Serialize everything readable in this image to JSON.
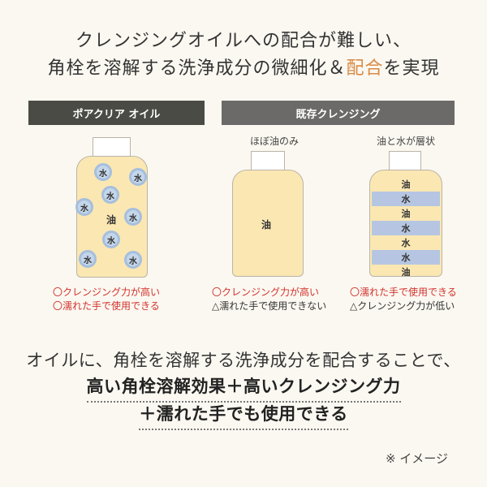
{
  "headline": {
    "line1": "クレンジングオイルへの配合が難しい、",
    "line2_prefix": "角栓を溶解する洗浄成分の微細化＆",
    "line2_accent": "配合",
    "line2_suffix": "を実現",
    "accent_color": "#d98a45"
  },
  "labels": {
    "left": "ポアクリア オイル",
    "right": "既存クレンジング"
  },
  "sublabels": {
    "mid": "ほぼ油のみ",
    "right": "油と水が層状"
  },
  "bottles": {
    "left": {
      "water_label": "水",
      "oil_label": "油",
      "bubbles": [
        "水",
        "水",
        "水",
        "水",
        "水",
        "水",
        "水",
        "水"
      ]
    },
    "mid": {
      "oil_label": "油"
    },
    "right": {
      "layers": [
        "油",
        "水",
        "油",
        "水",
        "水",
        "水",
        "油"
      ]
    }
  },
  "notes": {
    "left": [
      "〇クレンジング力が高い",
      "〇濡れた手で使用できる"
    ],
    "mid": [
      "〇クレンジング力が高い",
      "△濡れた手で使用できない"
    ],
    "right": [
      "〇濡れた手で使用できる",
      "△クレンジング力が低い"
    ]
  },
  "summary": {
    "line1": "オイルに、角栓を溶解する洗浄成分を配合することで、",
    "line2": "高い角栓溶解効果＋高いクレンジング力",
    "line3": "＋濡れた手でも使用できる"
  },
  "image_note": "※ イメージ"
}
